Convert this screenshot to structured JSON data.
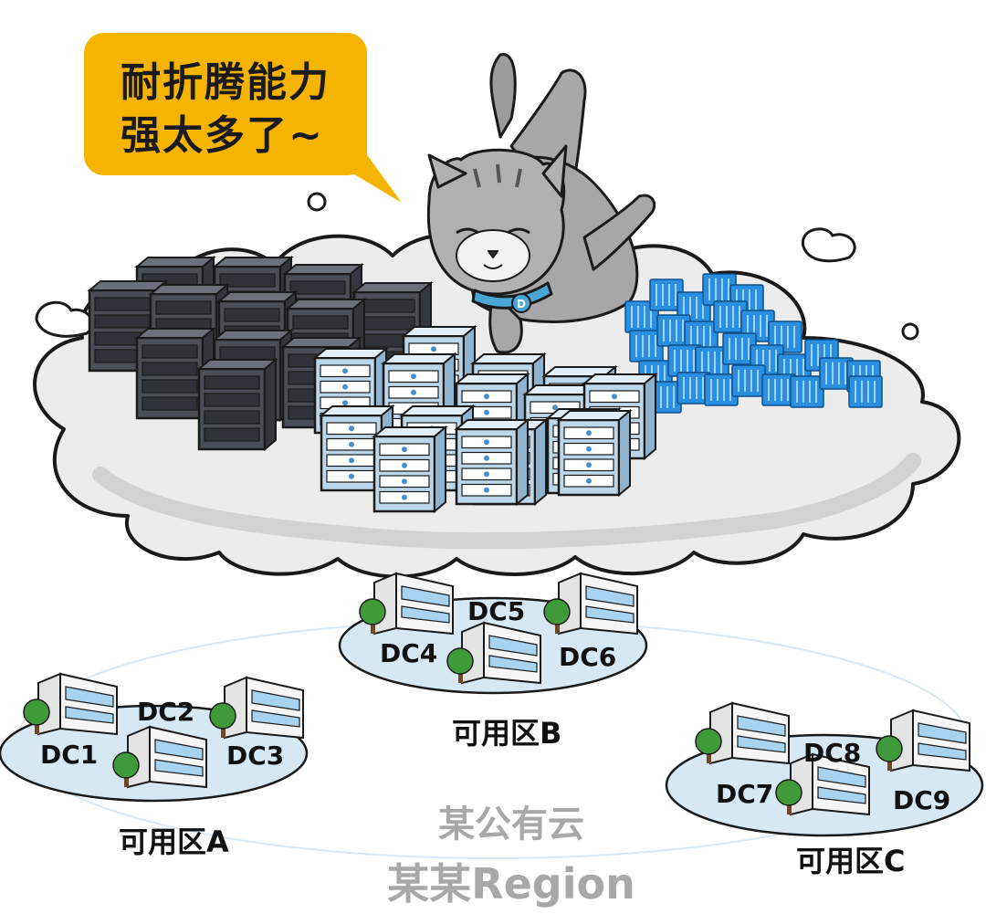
{
  "speech": {
    "line1": "耐折腾能力",
    "line2": "强太多了~"
  },
  "cat": {
    "collar_tag": "D"
  },
  "zones": [
    {
      "id": "a",
      "label": "可用区A",
      "dcs": [
        "DC1",
        "DC2",
        "DC3"
      ]
    },
    {
      "id": "b",
      "label": "可用区B",
      "dcs": [
        "DC4",
        "DC5",
        "DC6"
      ]
    },
    {
      "id": "c",
      "label": "可用区C",
      "dcs": [
        "DC7",
        "DC8",
        "DC9"
      ]
    }
  ],
  "region": {
    "line1": "某公有云",
    "line2": "某某Region"
  },
  "colors": {
    "speech_bubble": "#f5b400",
    "cloud_fill": "#ececec",
    "dark_server": "#4a4e57",
    "light_server": "#bcd6ea",
    "container_blue": "#2a8fe0",
    "zone_disc": "#d6e8f4",
    "region_text": "#a8a8a8",
    "cat_fur": "#9c9c9c",
    "collar": "#49a6d6"
  },
  "icons": [
    "speech-bubble",
    "cloud",
    "cat",
    "server-rack",
    "container-block",
    "datacenter-building",
    "tree"
  ]
}
